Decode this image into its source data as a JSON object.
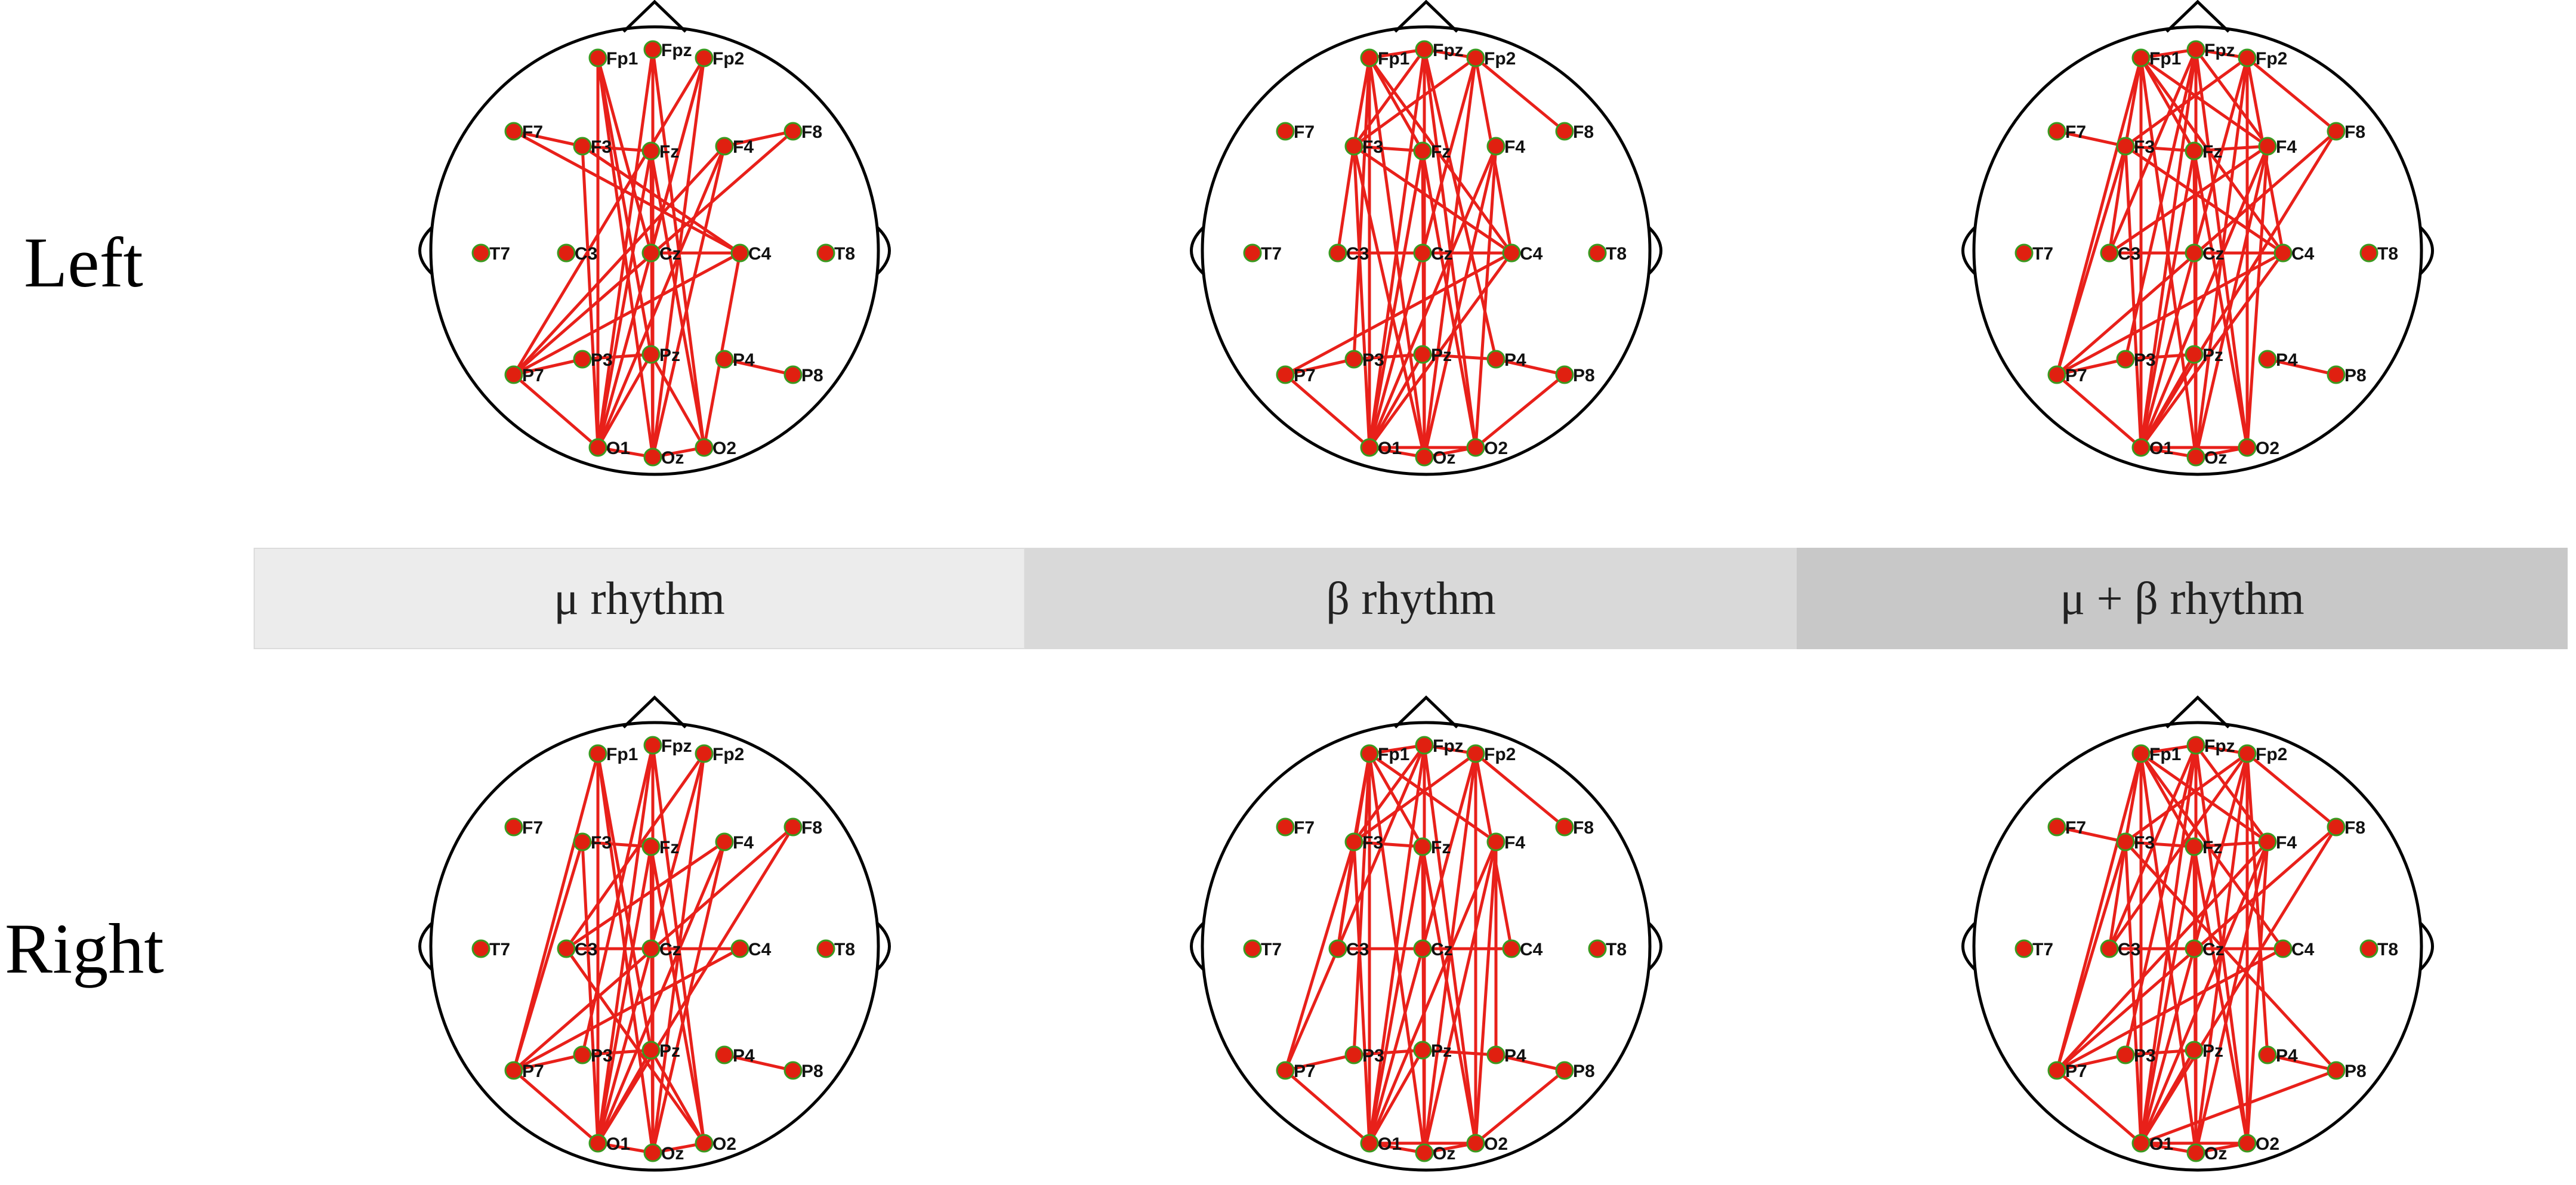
{
  "rows": [
    {
      "key": "left",
      "label": "Left"
    },
    {
      "key": "right",
      "label": "Right"
    }
  ],
  "bands": [
    {
      "key": "mu",
      "label": "μ rhythm"
    },
    {
      "key": "beta",
      "label": "β  rhythm"
    },
    {
      "key": "mubeta",
      "label": "μ + β  rhythm"
    }
  ],
  "colors": {
    "connection": "#e8201a",
    "electrode_fill": "#e02010",
    "electrode_rim": "#3a9a20",
    "head_outline": "#000000"
  },
  "electrodes": [
    "Fp1",
    "Fpz",
    "Fp2",
    "F7",
    "F3",
    "Fz",
    "F4",
    "F8",
    "T7",
    "C3",
    "Cz",
    "C4",
    "T8",
    "P7",
    "P3",
    "Pz",
    "P4",
    "P8",
    "O1",
    "Oz",
    "O2"
  ],
  "networks": {
    "left-mu": [
      [
        "Fp1",
        "O1"
      ],
      [
        "Fp1",
        "Oz"
      ],
      [
        "Fp1",
        "Cz"
      ],
      [
        "Fp1",
        "Pz"
      ],
      [
        "Fpz",
        "O1"
      ],
      [
        "Fpz",
        "Oz"
      ],
      [
        "Fpz",
        "O2"
      ],
      [
        "Fp2",
        "O1"
      ],
      [
        "Fp2",
        "Oz"
      ],
      [
        "Fp2",
        "P7"
      ],
      [
        "Fp2",
        "Cz"
      ],
      [
        "F7",
        "F3"
      ],
      [
        "F7",
        "C4"
      ],
      [
        "F3",
        "Fz"
      ],
      [
        "F3",
        "C4"
      ],
      [
        "F3",
        "O1"
      ],
      [
        "Fz",
        "O1"
      ],
      [
        "Fz",
        "Oz"
      ],
      [
        "Fz",
        "O2"
      ],
      [
        "F4",
        "F8"
      ],
      [
        "F4",
        "O1"
      ],
      [
        "F4",
        "Oz"
      ],
      [
        "F4",
        "P7"
      ],
      [
        "F8",
        "P7"
      ],
      [
        "Cz",
        "C4"
      ],
      [
        "P7",
        "P3"
      ],
      [
        "P7",
        "C4"
      ],
      [
        "P7",
        "O1"
      ],
      [
        "P3",
        "Pz"
      ],
      [
        "P4",
        "P8"
      ],
      [
        "O1",
        "Oz"
      ],
      [
        "Oz",
        "O2"
      ],
      [
        "O2",
        "C4"
      ],
      [
        "Pz",
        "O1"
      ],
      [
        "Pz",
        "O2"
      ]
    ],
    "left-beta": [
      [
        "Fp1",
        "Fpz"
      ],
      [
        "Fpz",
        "Fp2"
      ],
      [
        "Fp2",
        "F8"
      ],
      [
        "Fp1",
        "F3"
      ],
      [
        "Fp1",
        "Fz"
      ],
      [
        "Fp1",
        "O1"
      ],
      [
        "Fp1",
        "Oz"
      ],
      [
        "Fp1",
        "C4"
      ],
      [
        "Fp1",
        "P3"
      ],
      [
        "Fpz",
        "O1"
      ],
      [
        "Fpz",
        "Oz"
      ],
      [
        "Fpz",
        "F3"
      ],
      [
        "Fpz",
        "O2"
      ],
      [
        "Fpz",
        "P4"
      ],
      [
        "Fp2",
        "O1"
      ],
      [
        "Fp2",
        "Oz"
      ],
      [
        "Fp2",
        "F3"
      ],
      [
        "Fp2",
        "C4"
      ],
      [
        "F3",
        "Fz"
      ],
      [
        "F3",
        "C3"
      ],
      [
        "F3",
        "O1"
      ],
      [
        "F3",
        "C4"
      ],
      [
        "F3",
        "Oz"
      ],
      [
        "Fz",
        "O1"
      ],
      [
        "Fz",
        "Oz"
      ],
      [
        "Fz",
        "O2"
      ],
      [
        "F4",
        "O1"
      ],
      [
        "F4",
        "Oz"
      ],
      [
        "F4",
        "O2"
      ],
      [
        "C3",
        "Cz"
      ],
      [
        "Cz",
        "C4"
      ],
      [
        "C4",
        "P7"
      ],
      [
        "C4",
        "O1"
      ],
      [
        "P7",
        "P3"
      ],
      [
        "P7",
        "O1"
      ],
      [
        "P3",
        "Pz"
      ],
      [
        "Pz",
        "P4"
      ],
      [
        "P4",
        "P8"
      ],
      [
        "P8",
        "O2"
      ],
      [
        "O1",
        "Oz"
      ],
      [
        "Oz",
        "O2"
      ],
      [
        "O1",
        "O2"
      ],
      [
        "Pz",
        "O1"
      ]
    ],
    "left-mubeta": [
      [
        "Fp1",
        "Fpz"
      ],
      [
        "Fpz",
        "Fp2"
      ],
      [
        "Fp2",
        "F8"
      ],
      [
        "Fp1",
        "F3"
      ],
      [
        "Fp1",
        "Fz"
      ],
      [
        "Fp1",
        "O1"
      ],
      [
        "Fp1",
        "Oz"
      ],
      [
        "Fp1",
        "C4"
      ],
      [
        "Fp1",
        "P7"
      ],
      [
        "Fp1",
        "F4"
      ],
      [
        "Fpz",
        "O1"
      ],
      [
        "Fpz",
        "Oz"
      ],
      [
        "Fpz",
        "F4"
      ],
      [
        "Fpz",
        "O2"
      ],
      [
        "Fpz",
        "C3"
      ],
      [
        "Fpz",
        "P3"
      ],
      [
        "Fp2",
        "O1"
      ],
      [
        "Fp2",
        "Oz"
      ],
      [
        "Fp2",
        "F3"
      ],
      [
        "Fp2",
        "C4"
      ],
      [
        "Fp2",
        "O2"
      ],
      [
        "F7",
        "F3"
      ],
      [
        "F3",
        "Fz"
      ],
      [
        "F3",
        "C3"
      ],
      [
        "F3",
        "O1"
      ],
      [
        "F3",
        "C4"
      ],
      [
        "F3",
        "P7"
      ],
      [
        "Fz",
        "F4"
      ],
      [
        "Fz",
        "O1"
      ],
      [
        "Fz",
        "Oz"
      ],
      [
        "Fz",
        "O2"
      ],
      [
        "F4",
        "O1"
      ],
      [
        "F4",
        "Oz"
      ],
      [
        "F4",
        "O2"
      ],
      [
        "F4",
        "C3"
      ],
      [
        "F8",
        "P7"
      ],
      [
        "F8",
        "O1"
      ],
      [
        "C3",
        "Cz"
      ],
      [
        "Cz",
        "C4"
      ],
      [
        "C4",
        "P7"
      ],
      [
        "C4",
        "O1"
      ],
      [
        "P7",
        "P3"
      ],
      [
        "P7",
        "O1"
      ],
      [
        "P3",
        "Pz"
      ],
      [
        "P4",
        "P8"
      ],
      [
        "O1",
        "Oz"
      ],
      [
        "Oz",
        "O2"
      ],
      [
        "O1",
        "O2"
      ],
      [
        "Pz",
        "O1"
      ]
    ],
    "right-mu": [
      [
        "Fp1",
        "O1"
      ],
      [
        "Fp1",
        "Oz"
      ],
      [
        "Fp1",
        "Pz"
      ],
      [
        "Fp1",
        "P7"
      ],
      [
        "Fpz",
        "O1"
      ],
      [
        "Fpz",
        "Oz"
      ],
      [
        "Fpz",
        "O2"
      ],
      [
        "Fpz",
        "P3"
      ],
      [
        "Fp2",
        "O1"
      ],
      [
        "Fp2",
        "Oz"
      ],
      [
        "Fp2",
        "C3"
      ],
      [
        "F3",
        "Fz"
      ],
      [
        "F3",
        "O1"
      ],
      [
        "F3",
        "P7"
      ],
      [
        "Fz",
        "O1"
      ],
      [
        "Fz",
        "Oz"
      ],
      [
        "Fz",
        "O2"
      ],
      [
        "F4",
        "O1"
      ],
      [
        "F4",
        "C3"
      ],
      [
        "F4",
        "Oz"
      ],
      [
        "F8",
        "P7"
      ],
      [
        "F8",
        "O1"
      ],
      [
        "C3",
        "Cz"
      ],
      [
        "Cz",
        "C4"
      ],
      [
        "P7",
        "P3"
      ],
      [
        "P7",
        "O1"
      ],
      [
        "P7",
        "C4"
      ],
      [
        "P3",
        "Pz"
      ],
      [
        "P4",
        "P8"
      ],
      [
        "O1",
        "Oz"
      ],
      [
        "Oz",
        "O2"
      ],
      [
        "O2",
        "C3"
      ],
      [
        "Pz",
        "O1"
      ],
      [
        "Pz",
        "O2"
      ]
    ],
    "right-beta": [
      [
        "Fp1",
        "Fpz"
      ],
      [
        "Fpz",
        "Fp2"
      ],
      [
        "Fp2",
        "F8"
      ],
      [
        "Fp1",
        "F3"
      ],
      [
        "Fp1",
        "Fz"
      ],
      [
        "Fp1",
        "O1"
      ],
      [
        "Fp1",
        "Oz"
      ],
      [
        "Fp1",
        "C3"
      ],
      [
        "Fp1",
        "P3"
      ],
      [
        "Fp1",
        "F4"
      ],
      [
        "Fpz",
        "O1"
      ],
      [
        "Fpz",
        "Oz"
      ],
      [
        "Fpz",
        "F3"
      ],
      [
        "Fpz",
        "O2"
      ],
      [
        "Fpz",
        "C3"
      ],
      [
        "Fp2",
        "O1"
      ],
      [
        "Fp2",
        "Oz"
      ],
      [
        "Fp2",
        "F3"
      ],
      [
        "Fp2",
        "C4"
      ],
      [
        "Fp2",
        "O2"
      ],
      [
        "F3",
        "Fz"
      ],
      [
        "F3",
        "C3"
      ],
      [
        "F3",
        "O1"
      ],
      [
        "F3",
        "P7"
      ],
      [
        "Fz",
        "O1"
      ],
      [
        "Fz",
        "Oz"
      ],
      [
        "Fz",
        "O2"
      ],
      [
        "F4",
        "O1"
      ],
      [
        "F4",
        "Oz"
      ],
      [
        "F4",
        "O2"
      ],
      [
        "F4",
        "P4"
      ],
      [
        "C3",
        "Cz"
      ],
      [
        "C3",
        "P7"
      ],
      [
        "Cz",
        "C4"
      ],
      [
        "P7",
        "P3"
      ],
      [
        "P7",
        "O1"
      ],
      [
        "P3",
        "Pz"
      ],
      [
        "Pz",
        "P4"
      ],
      [
        "P4",
        "P8"
      ],
      [
        "P8",
        "O2"
      ],
      [
        "O1",
        "Oz"
      ],
      [
        "Oz",
        "O2"
      ],
      [
        "O1",
        "O2"
      ],
      [
        "Pz",
        "O1"
      ]
    ],
    "right-mubeta": [
      [
        "Fp1",
        "Fpz"
      ],
      [
        "Fpz",
        "Fp2"
      ],
      [
        "Fp2",
        "F8"
      ],
      [
        "Fp1",
        "F3"
      ],
      [
        "Fp1",
        "Fz"
      ],
      [
        "Fp1",
        "O1"
      ],
      [
        "Fp1",
        "Oz"
      ],
      [
        "Fp1",
        "C4"
      ],
      [
        "Fp1",
        "P7"
      ],
      [
        "Fp1",
        "F4"
      ],
      [
        "Fpz",
        "O1"
      ],
      [
        "Fpz",
        "Oz"
      ],
      [
        "Fpz",
        "F4"
      ],
      [
        "Fpz",
        "O2"
      ],
      [
        "Fpz",
        "C3"
      ],
      [
        "Fpz",
        "P3"
      ],
      [
        "Fp2",
        "O1"
      ],
      [
        "Fp2",
        "Oz"
      ],
      [
        "Fp2",
        "F3"
      ],
      [
        "Fp2",
        "C3"
      ],
      [
        "Fp2",
        "O2"
      ],
      [
        "Fp2",
        "P4"
      ],
      [
        "F7",
        "F3"
      ],
      [
        "F3",
        "Fz"
      ],
      [
        "F3",
        "C3"
      ],
      [
        "F3",
        "O1"
      ],
      [
        "F3",
        "P7"
      ],
      [
        "F3",
        "P8"
      ],
      [
        "Fz",
        "F4"
      ],
      [
        "Fz",
        "O1"
      ],
      [
        "Fz",
        "Oz"
      ],
      [
        "Fz",
        "O2"
      ],
      [
        "F4",
        "O1"
      ],
      [
        "F4",
        "Oz"
      ],
      [
        "F4",
        "O2"
      ],
      [
        "F4",
        "P7"
      ],
      [
        "F8",
        "P7"
      ],
      [
        "F8",
        "O1"
      ],
      [
        "C3",
        "Cz"
      ],
      [
        "Cz",
        "C4"
      ],
      [
        "C4",
        "P7"
      ],
      [
        "P7",
        "P3"
      ],
      [
        "P7",
        "O1"
      ],
      [
        "P3",
        "Pz"
      ],
      [
        "P4",
        "P8"
      ],
      [
        "P8",
        "O1"
      ],
      [
        "O1",
        "Oz"
      ],
      [
        "Oz",
        "O2"
      ],
      [
        "O1",
        "O2"
      ],
      [
        "Pz",
        "O1"
      ]
    ]
  }
}
